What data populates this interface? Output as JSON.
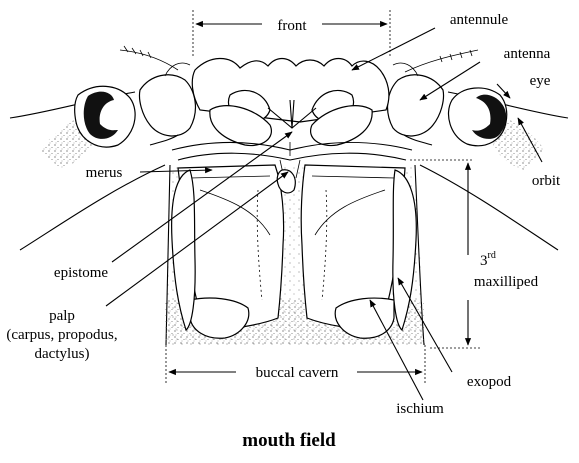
{
  "labels": {
    "front": "front",
    "antennule": "antennule",
    "antenna": "antenna",
    "eye": "eye",
    "orbit": "orbit",
    "merus": "merus",
    "epistome": "epistome",
    "maxilliped_num": "3",
    "maxilliped_sup": "rd",
    "maxilliped": "maxilliped",
    "palp": "palp",
    "palp_detail": "(carpus, propodus,",
    "palp_detail2": "dactylus)",
    "buccal_cavern": "buccal cavern",
    "exopod": "exopod",
    "ischium": "ischium"
  },
  "title": "mouth field"
}
